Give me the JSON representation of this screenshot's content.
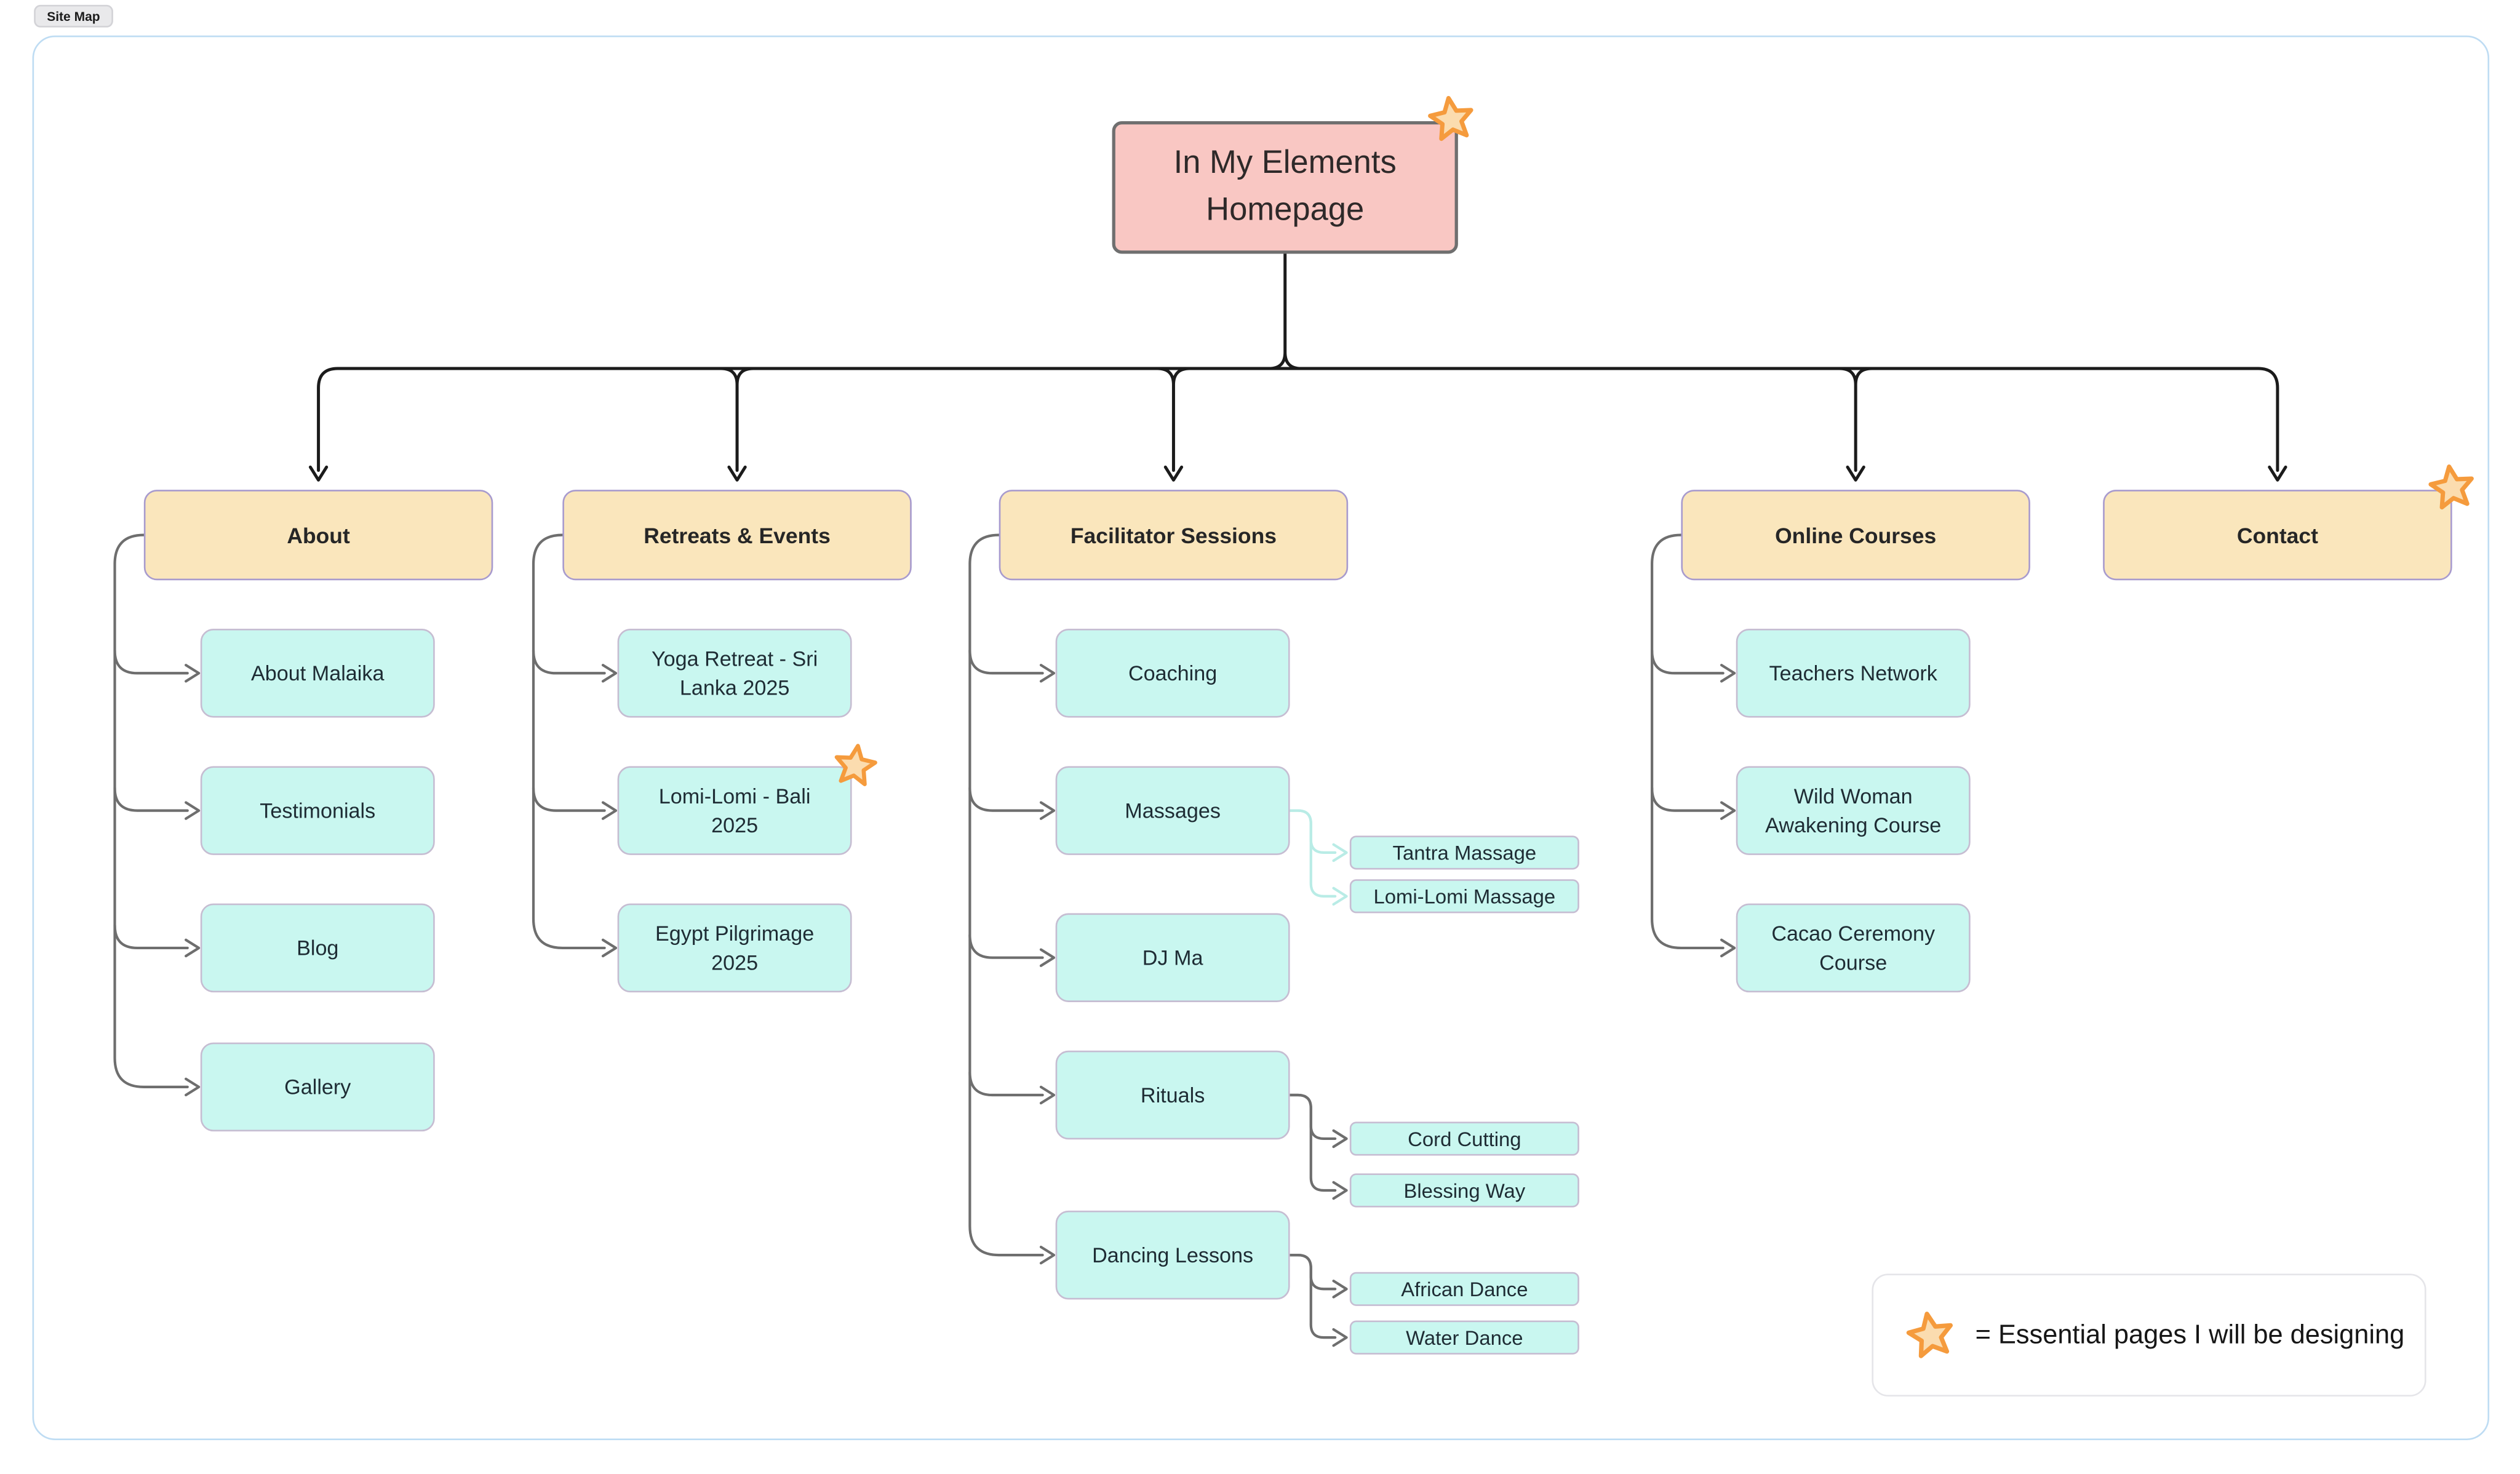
{
  "page": {
    "tab_label": "Site Map"
  },
  "root": {
    "label": "In My Elements Homepage",
    "starred": true
  },
  "sections": [
    {
      "label": "About",
      "children": [
        {
          "label": "About Malaika"
        },
        {
          "label": "Testimonials"
        },
        {
          "label": "Blog"
        },
        {
          "label": "Gallery"
        }
      ]
    },
    {
      "label": "Retreats & Events",
      "children": [
        {
          "label": "Yoga Retreat - Sri Lanka 2025"
        },
        {
          "label": "Lomi-Lomi - Bali 2025",
          "starred": true
        },
        {
          "label": "Egypt Pilgrimage 2025"
        }
      ]
    },
    {
      "label": "Facilitator Sessions",
      "children": [
        {
          "label": "Coaching"
        },
        {
          "label": "Massages",
          "children": [
            {
              "label": "Tantra Massage"
            },
            {
              "label": "Lomi-Lomi Massage"
            }
          ]
        },
        {
          "label": "DJ Ma"
        },
        {
          "label": "Rituals",
          "children": [
            {
              "label": "Cord Cutting"
            },
            {
              "label": "Blessing Way"
            }
          ]
        },
        {
          "label": "Dancing Lessons",
          "children": [
            {
              "label": "African Dance"
            },
            {
              "label": "Water Dance"
            }
          ]
        }
      ]
    },
    {
      "label": "Online Courses",
      "children": [
        {
          "label": "Teachers Network"
        },
        {
          "label": "Wild Woman Awakening Course"
        },
        {
          "label": "Cacao Ceremony Course"
        }
      ]
    },
    {
      "label": "Contact",
      "starred": true,
      "children": []
    }
  ],
  "legend": {
    "star_icon": "essential-star",
    "text": "= Essential pages I will be designing"
  },
  "colors": {
    "root_fill": "#F9C7C3",
    "root_border": "#6F6F6F",
    "category_fill": "#FAE6BC",
    "category_border": "#A89BCE",
    "child_fill": "#C9F7F0",
    "child_border": "#C6BDD2",
    "star_fill": "#FBDCAF",
    "star_stroke": "#F59B3D",
    "trunk_line": "#1B1B1B",
    "branch_line": "#6E6E6E",
    "soft_line": "#B9ECE6",
    "frame_border": "#BEDCF3"
  }
}
